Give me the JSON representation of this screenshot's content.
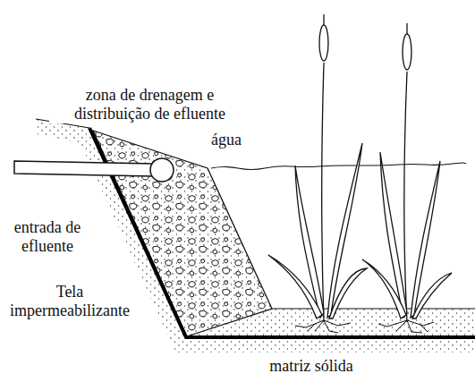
{
  "diagram": {
    "labels": [
      "zona de drenagem e distribuição de efluente",
      "água",
      "entrada de efluente",
      "Tela impermeabilizante",
      "matriz sólida"
    ]
  }
}
